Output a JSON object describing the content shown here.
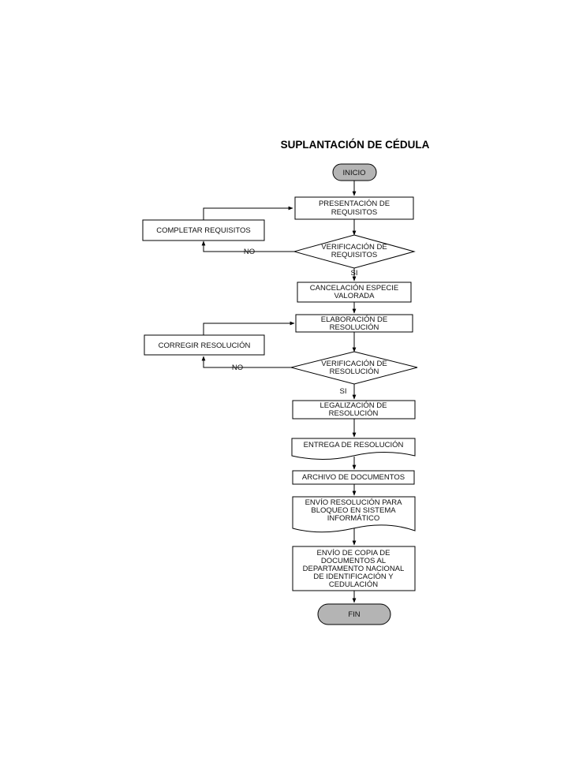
{
  "title": "SUPLANTACIÓN DE CÉDULA",
  "nodes": {
    "inicio": [
      "INICIO"
    ],
    "presentacion": [
      "PRESENTACIÓN DE",
      "REQUISITOS"
    ],
    "completar": [
      "COMPLETAR REQUISITOS"
    ],
    "verif_requisitos": [
      "VERIFICACIÓN DE",
      "REQUISITOS"
    ],
    "cancelacion": [
      "CANCELACIÓN ESPECIE",
      "VALORADA"
    ],
    "elaboracion": [
      "ELABORACIÓN DE",
      "RESOLUCIÓN"
    ],
    "corregir": [
      "CORREGIR  RESOLUCIÓN"
    ],
    "verif_resolucion": [
      "VERIFICACIÓN  DE",
      "RESOLUCIÓN"
    ],
    "legalizacion": [
      "LEGALIZACIÓN DE",
      "RESOLUCIÓN"
    ],
    "entrega": [
      "ENTREGA DE RESOLUCIÓN"
    ],
    "archivo": [
      "ARCHIVO DE DOCUMENTOS"
    ],
    "envio_bloqueo": [
      "ENVÍO RESOLUCIÓN PARA",
      "BLOQUEO EN SISTEMA",
      "INFORMÁTICO"
    ],
    "envio_copia": [
      "ENVÍO DE COPIA DE",
      "DOCUMENTOS AL",
      "DEPARTAMENTO NACIONAL",
      "DE IDENTIFICACIÓN Y",
      "CEDULACIÓN"
    ],
    "fin": [
      "FIN"
    ]
  },
  "edge_labels": {
    "no_1": "NO",
    "si_1": "SI",
    "no_2": "NO",
    "si_2": "SI"
  }
}
